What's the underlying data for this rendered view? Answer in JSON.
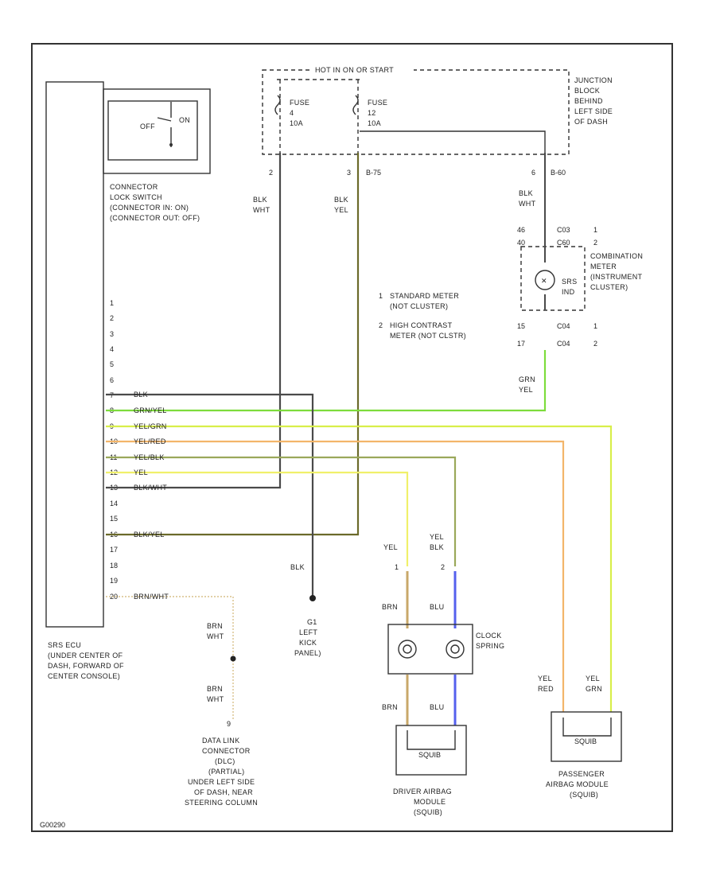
{
  "junction": {
    "title": "HOT IN ON OR START",
    "fuse4": [
      "FUSE",
      "4",
      "10A"
    ],
    "fuse12": [
      "FUSE",
      "12",
      "10A"
    ],
    "desc": [
      "JUNCTION",
      "BLOCK",
      "BEHIND",
      "LEFT SIDE",
      "OF DASH"
    ],
    "pins": [
      "2",
      "3",
      "6"
    ],
    "pin_refs": [
      "B-75",
      "B-60"
    ]
  },
  "lock_switch": {
    "off": "OFF",
    "on": "ON",
    "desc": [
      "CONNECTOR",
      "LOCK SWITCH",
      "(CONNECTOR IN: ON)",
      "(CONNECTOR OUT: OFF)"
    ]
  },
  "ecu": {
    "pins": [
      "1",
      "2",
      "3",
      "4",
      "5",
      "6",
      "7",
      "8",
      "9",
      "10",
      "11",
      "12",
      "13",
      "14",
      "15",
      "16",
      "17",
      "18",
      "19",
      "20"
    ],
    "wire_labels": {
      "7": "BLK",
      "8": "GRN/YEL",
      "9": "YEL/GRN",
      "10": "YEL/RED",
      "11": "YEL/BLK",
      "12": "YEL",
      "13": "BLK/WHT",
      "16": "BLK/YEL",
      "20": "BRN/WHT"
    },
    "desc": [
      "SRS ECU",
      "(UNDER CENTER OF",
      "DASH, FORWARD OF",
      "CENTER CONSOLE)"
    ]
  },
  "wires": {
    "fuse4_out": [
      "BLK",
      "WHT"
    ],
    "fuse12_out": [
      "BLK",
      "YEL"
    ],
    "fuse_to_meter": [
      "BLK",
      "WHT"
    ],
    "meter_out": [
      "GRN",
      "YEL"
    ],
    "blk_ground": "BLK",
    "brn_wht_a": [
      "BRN",
      "WHT"
    ],
    "brn_wht_b": [
      "BRN",
      "WHT"
    ],
    "yel": "YEL",
    "yel_blk": [
      "YEL",
      "BLK"
    ],
    "brn_a": "BRN",
    "blu_a": "BLU",
    "brn_b": "BRN",
    "blu_b": "BLU",
    "yel_red": [
      "YEL",
      "RED"
    ],
    "yel_grn": [
      "YEL",
      "GRN"
    ]
  },
  "meter": {
    "pins_top": [
      "46",
      "40",
      "C03",
      "C60",
      "1",
      "2"
    ],
    "pins_bottom": [
      "15",
      "17",
      "C04",
      "C04",
      "1",
      "2"
    ],
    "led": [
      "SRS",
      "IND"
    ],
    "desc": [
      "COMBINATION",
      "METER",
      "(INSTRUMENT",
      "CLUSTER)"
    ],
    "note1": [
      "1",
      "STANDARD METER",
      "(NOT CLUSTER)"
    ],
    "note2": [
      "2",
      "HIGH CONTRAST",
      "METER (NOT CLSTR)"
    ]
  },
  "ground": {
    "name": "G1",
    "desc": [
      "LEFT",
      "KICK",
      "PANEL)"
    ]
  },
  "clock_spring": {
    "pins": [
      "1",
      "2"
    ],
    "desc": [
      "CLOCK",
      "SPRING"
    ]
  },
  "dlc": {
    "pin": "9",
    "desc": [
      "DATA LINK",
      "CONNECTOR",
      "(DLC)",
      "(PARTIAL)",
      "UNDER LEFT SIDE",
      "OF DASH, NEAR",
      "STEERING COLUMN"
    ]
  },
  "driver_airbag": {
    "inner": "SQUIB",
    "desc": [
      "DRIVER AIRBAG",
      "MODULE",
      "(SQUIB)"
    ]
  },
  "passenger_airbag": {
    "inner": "SQUIB",
    "desc": [
      "PASSENGER",
      "AIRBAG MODULE",
      "(SQUIB)"
    ]
  },
  "figure_id": "G00290",
  "colors": {
    "blk": "#4a4a4a",
    "grn_yel": "#7ddc3c",
    "yel_grn": "#d8ee4a",
    "yel_red": "#f3b56a",
    "yel_blk": "#9aa85a",
    "yel": "#f0f06a",
    "blk_yel": "#6b6a2a",
    "brn": "#c8a86a",
    "blu": "#5560ee",
    "brn_wht": "#d8c08a"
  }
}
